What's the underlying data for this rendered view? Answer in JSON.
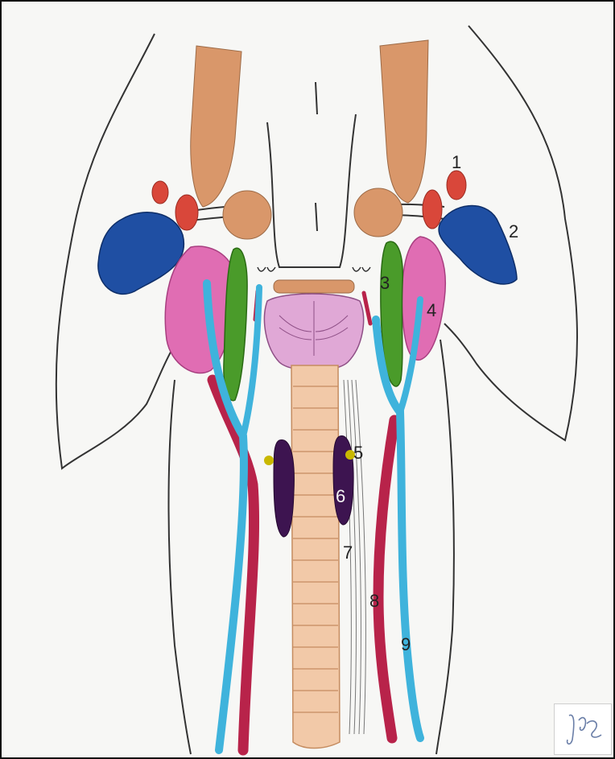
{
  "labels": {
    "l1": "1",
    "l2": "2",
    "l3": "3",
    "l4": "4",
    "l5": "5",
    "l6": "6",
    "l7": "7",
    "l8": "8",
    "l9": "9"
  },
  "colors": {
    "outline": "#2a2a2a",
    "muscle": "#d9976a",
    "node": "#d9473a",
    "parotid": "#1f4fa3",
    "submandibular": "#e06db3",
    "green": "#4a9b2a",
    "artery": "#b8234a",
    "vein": "#3fb3dc",
    "larynx_pink": "#e0a8d6",
    "trachea": "#f2c9a8",
    "dark_purple": "#3d1450",
    "yellow": "#c9b800"
  }
}
